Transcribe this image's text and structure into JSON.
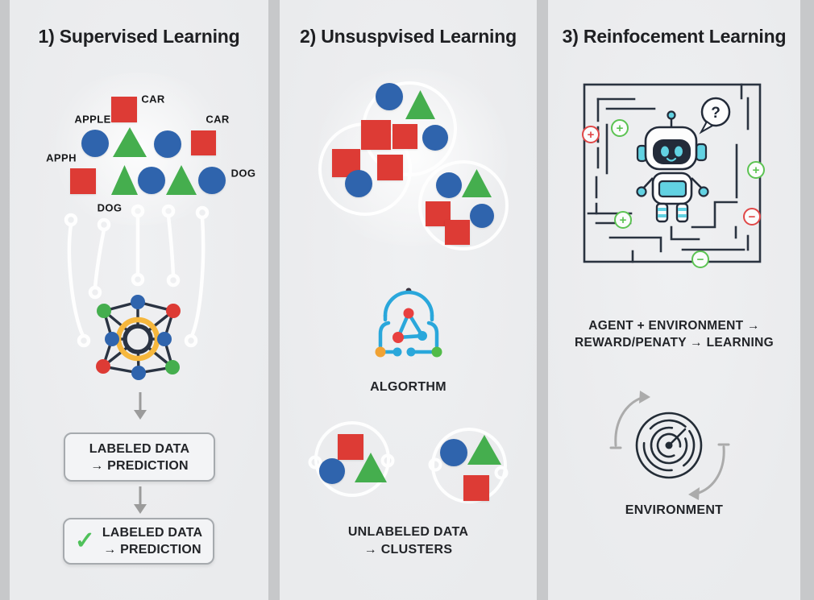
{
  "colors": {
    "red": "#dd3b35",
    "blue": "#2f64ad",
    "green": "#45ae4e",
    "dark_navy": "#2a3342",
    "robot_cyan": "#62d2e2",
    "ring_orange": "#f6b73c",
    "gutter_gray": "#c7c8ca",
    "panel_gray": "#ecedef",
    "check_green": "#4fc15a",
    "algo_blue": "#2aa7db",
    "algo_orange": "#f0a234",
    "algo_green": "#52bb48",
    "badge_red": "#e04848",
    "badge_green": "#5cc352"
  },
  "panels": [
    {
      "title": "1) Supervised Learning",
      "labels": {
        "car_top": "CAR",
        "apple": "APPLE",
        "car_right": "CAR",
        "apph": "APPH",
        "dog_right": "DOG",
        "dog_bottom": "DOG"
      },
      "flow_boxes": [
        {
          "line1": "LABELED DATA",
          "line2": "→ PREDICTION"
        },
        {
          "line1": "LABELED DATA",
          "line2": "→ PREDICTION"
        }
      ],
      "check_glyph": "✓"
    },
    {
      "title": "2) Unsuspvised Learning",
      "algorithm_label": "ALGORTHM",
      "caption": {
        "line1": "UNLABELED DATA",
        "line2": "→ CLUSTERS"
      }
    },
    {
      "title": "3) Reinfocement Learning",
      "question_mark": "?",
      "maze_badges": [
        {
          "sign": "+",
          "kind": "red"
        },
        {
          "sign": "+",
          "kind": "green"
        },
        {
          "sign": "+",
          "kind": "green"
        },
        {
          "sign": "−",
          "kind": "red"
        },
        {
          "sign": "+",
          "kind": "green"
        },
        {
          "sign": "−",
          "kind": "green"
        }
      ],
      "formula": {
        "line1": "AGENT + ENVIRONMENT →",
        "line2": "REWARD/PENATY → LEARNING"
      },
      "environment_label": "ENVIRONMENT"
    }
  ]
}
